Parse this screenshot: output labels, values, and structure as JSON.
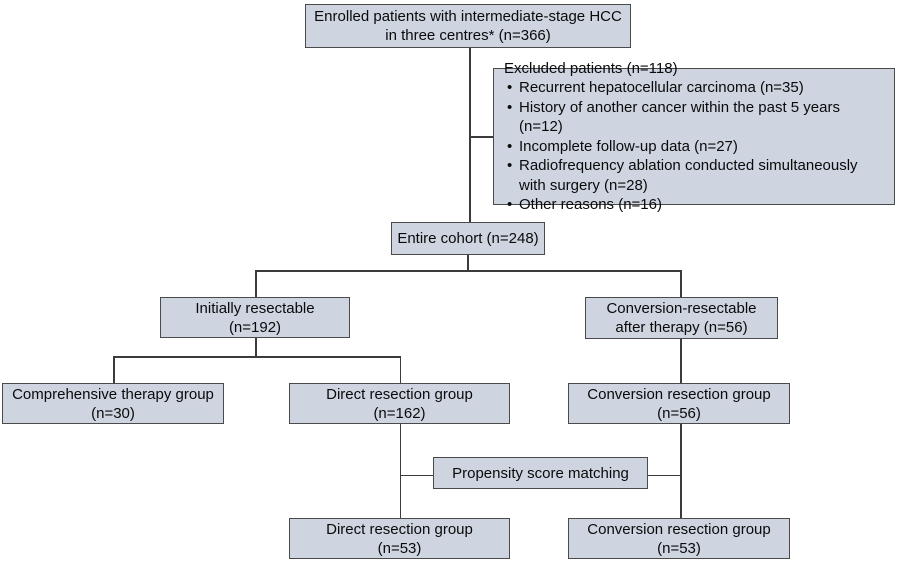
{
  "colors": {
    "box_fill": "#ced5e0",
    "box_border": "#4a4a4a",
    "connector": "#3b3b3b",
    "text": "#0a0a0a",
    "background": "#ffffff"
  },
  "nodes": {
    "enrolled": {
      "lines": [
        "Enrolled patients with intermediate-stage HCC",
        "in three centres* (n=366)"
      ]
    },
    "excluded": {
      "title": "Excluded patients (n=118)",
      "bullets": [
        "Recurrent hepatocellular carcinoma (n=35)",
        "History of another cancer within the past 5 years (n=12)",
        "Incomplete follow-up data (n=27)",
        "Radiofrequency ablation conducted simultaneously with surgery (n=28)",
        "Other reasons (n=16)"
      ]
    },
    "entire_cohort": {
      "label": "Entire cohort (n=248)"
    },
    "initially_resectable": {
      "lines": [
        "Initially resectable",
        "(n=192)"
      ]
    },
    "conversion_resectable": {
      "lines": [
        "Conversion-resectable",
        "after therapy (n=56)"
      ]
    },
    "comprehensive_therapy": {
      "lines": [
        "Comprehensive therapy group",
        "(n=30)"
      ]
    },
    "direct_resection": {
      "lines": [
        "Direct resection group",
        "(n=162)"
      ]
    },
    "conversion_resection": {
      "lines": [
        "Conversion resection group",
        "(n=56)"
      ]
    },
    "propensity": {
      "label": "Propensity score matching"
    },
    "direct_resection_matched": {
      "lines": [
        "Direct resection group",
        "(n=53)"
      ]
    },
    "conversion_resection_matched": {
      "lines": [
        "Conversion resection group",
        "(n=53)"
      ]
    }
  }
}
